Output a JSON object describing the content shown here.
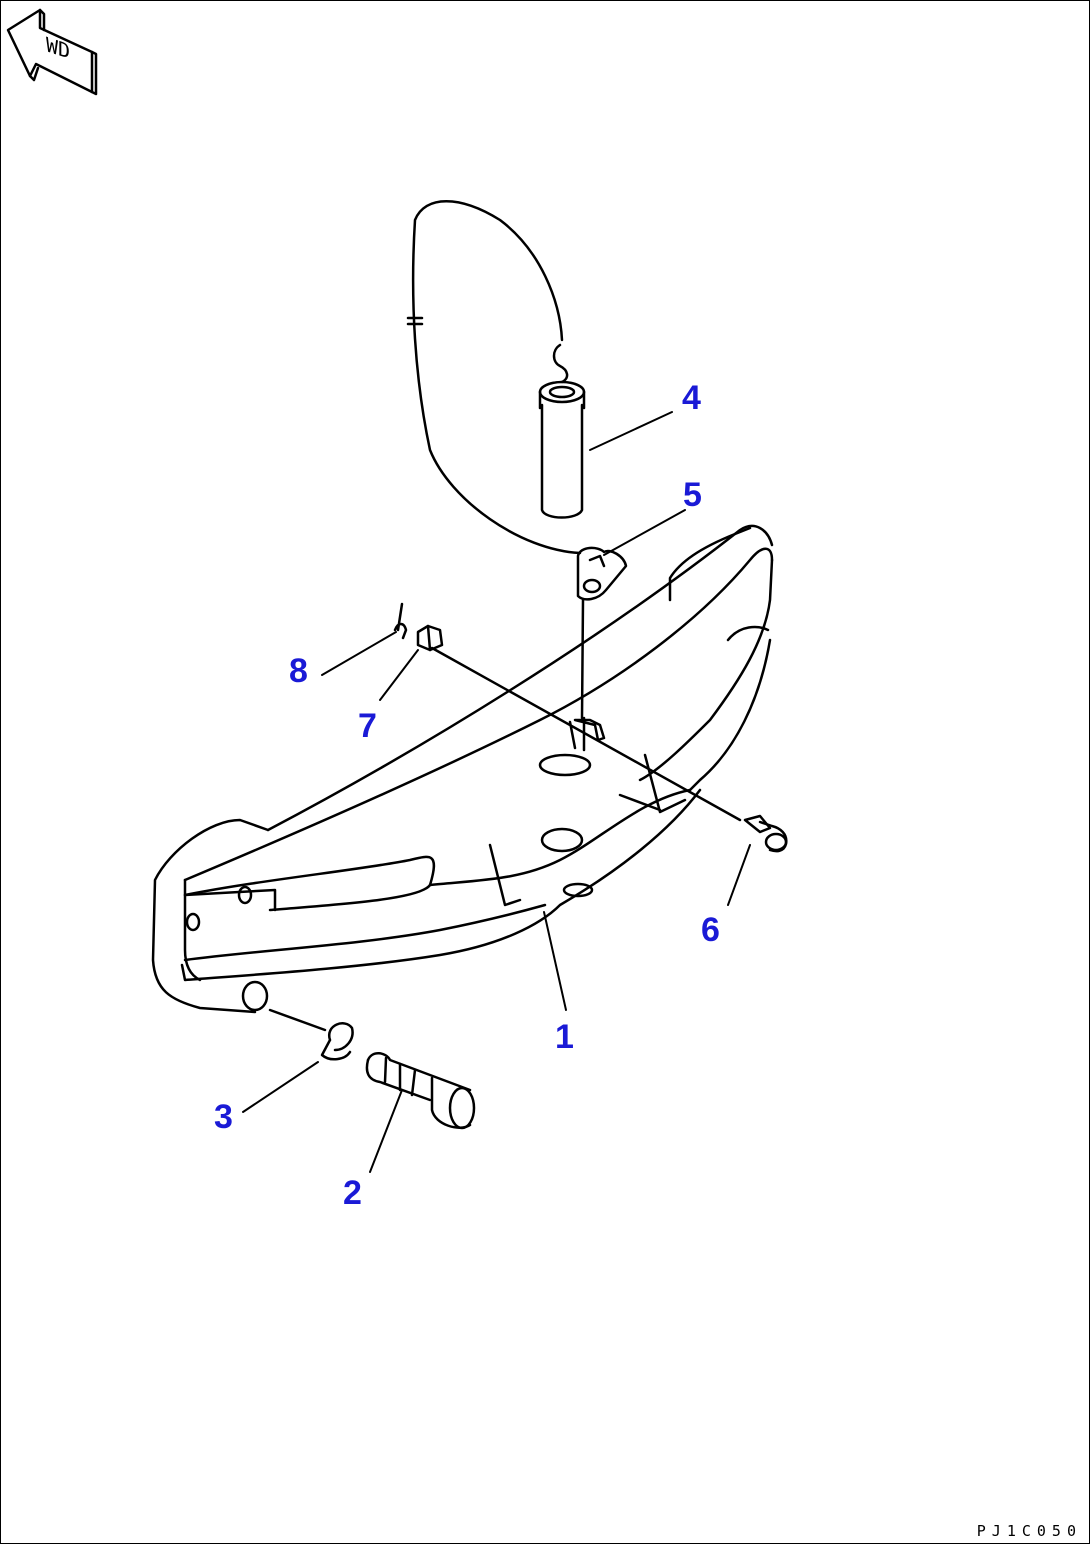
{
  "orientation": {
    "label": "WD"
  },
  "callouts": [
    {
      "id": "1",
      "text": "1"
    },
    {
      "id": "2",
      "text": "2"
    },
    {
      "id": "3",
      "text": "3"
    },
    {
      "id": "4",
      "text": "4"
    },
    {
      "id": "5",
      "text": "5"
    },
    {
      "id": "6",
      "text": "6"
    },
    {
      "id": "7",
      "text": "7"
    },
    {
      "id": "8",
      "text": "8"
    }
  ],
  "drawing_code": "PJ1C050",
  "colors": {
    "callout": "#1a1ad6",
    "line": "#000000",
    "background": "#ffffff"
  }
}
